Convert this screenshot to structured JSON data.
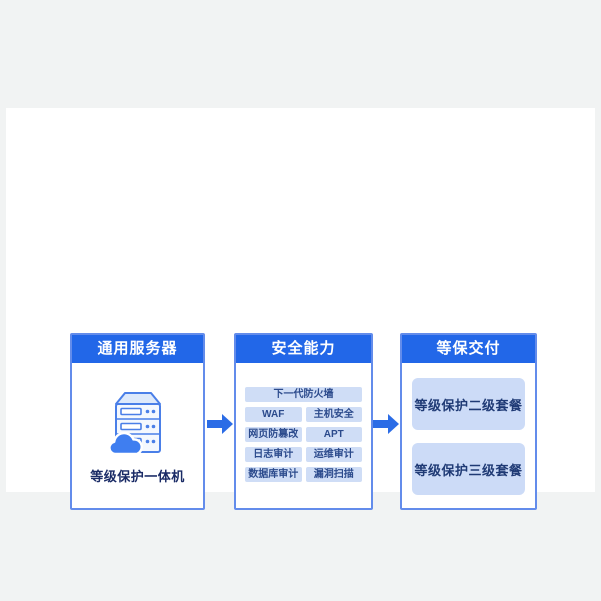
{
  "colors": {
    "page_bg": "#f1f3f3",
    "canvas_bg": "#ffffff",
    "header_blue": "#2267e8",
    "panel_border": "#638ceb",
    "tag_bg": "#cfddf6",
    "tag_text": "#2b4a8c",
    "package_bg": "#ccdbf7",
    "package_text": "#1f3a75",
    "arrow_blue": "#2b6ce6",
    "caption_text": "#1a2b66"
  },
  "diagram": {
    "server_panel": {
      "title": "通用服务器",
      "icon": "server-cloud-icon",
      "caption": "等级保护一体机"
    },
    "capability_panel": {
      "title": "安全能力",
      "tags": [
        "下一代防火墙",
        "WAF",
        "主机安全",
        "网页防篡改",
        "APT",
        "日志审计",
        "运维审计",
        "数据库审计",
        "漏洞扫描"
      ]
    },
    "delivery_panel": {
      "title": "等保交付",
      "packages": [
        "等级保护二级套餐",
        "等级保护三级套餐"
      ]
    }
  }
}
